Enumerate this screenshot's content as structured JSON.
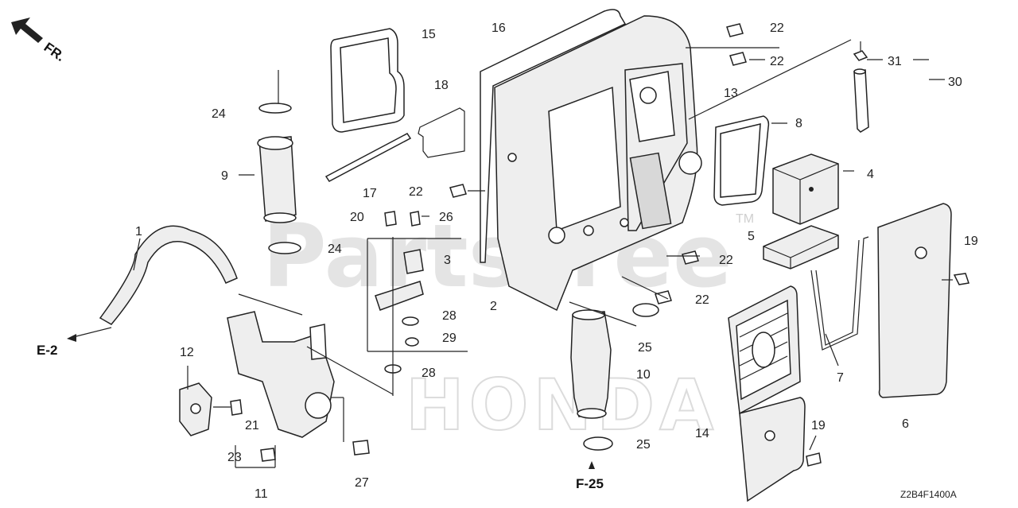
{
  "watermark": {
    "parts_tree": "PartsTree",
    "tm": "TM",
    "honda": "HONDA"
  },
  "orientation": {
    "label": "FR.",
    "icon": "front-arrow-icon"
  },
  "references": {
    "e2": "E-2",
    "f25": "F-25"
  },
  "drawing_code": "Z2B4F1400A",
  "callouts": [
    "1",
    "2",
    "3",
    "4",
    "5",
    "6",
    "7",
    "8",
    "9",
    "10",
    "11",
    "12",
    "13",
    "14",
    "15",
    "16",
    "17",
    "18",
    "19",
    "19",
    "20",
    "21",
    "22",
    "22",
    "22",
    "22",
    "22",
    "22",
    "23",
    "24",
    "24",
    "25",
    "25",
    "26",
    "27",
    "28",
    "28",
    "29",
    "30",
    "31"
  ]
}
